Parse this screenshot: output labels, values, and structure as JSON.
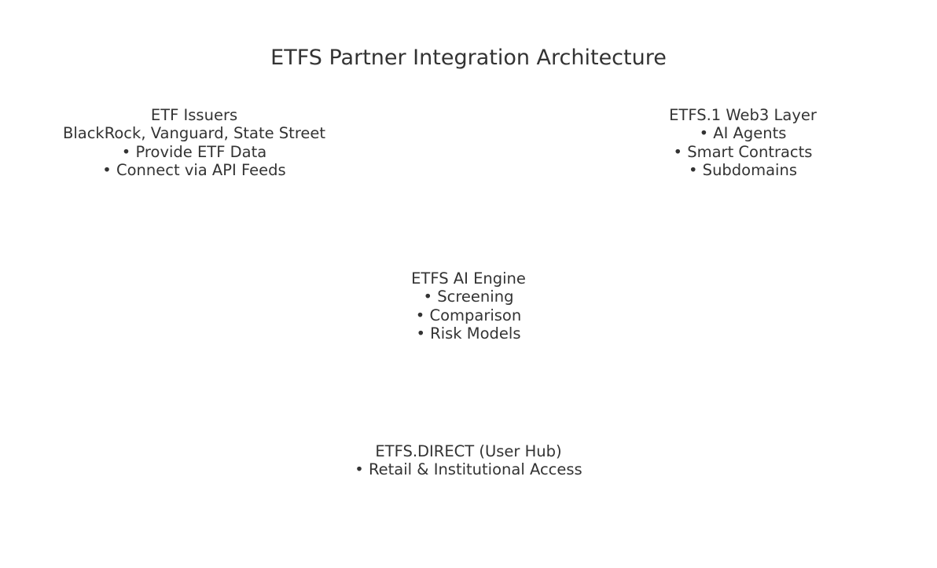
{
  "title": "ETFS Partner Integration Architecture",
  "nodes": {
    "issuers": {
      "heading": "ETF Issuers",
      "lines": [
        "BlackRock, Vanguard, State Street",
        "• Provide ETF Data",
        "• Connect via API Feeds"
      ]
    },
    "web3": {
      "heading": "ETFS.1 Web3 Layer",
      "lines": [
        "• AI Agents",
        "• Smart Contracts",
        "• Subdomains"
      ]
    },
    "engine": {
      "heading": "ETFS AI Engine",
      "lines": [
        "• Screening",
        "• Comparison",
        "• Risk Models"
      ]
    },
    "direct": {
      "heading": "ETFS.DIRECT (User Hub)",
      "lines": [
        "• Retail & Institutional Access"
      ]
    }
  },
  "colors": {
    "text": "#333333",
    "background": "#ffffff"
  }
}
